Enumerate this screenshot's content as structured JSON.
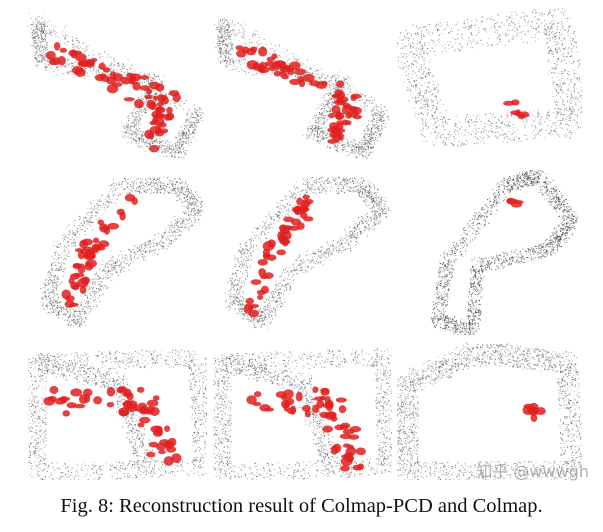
{
  "figure": {
    "caption": "Fig. 8: Reconstruction result of Colmap-PCD and Colmap.",
    "watermark": "知乎 @wwwgh",
    "rows": 3,
    "columns": 3,
    "colors": {
      "points": "#555555",
      "cameras": "#e02020",
      "faint_points": "#8a8aa8"
    }
  }
}
